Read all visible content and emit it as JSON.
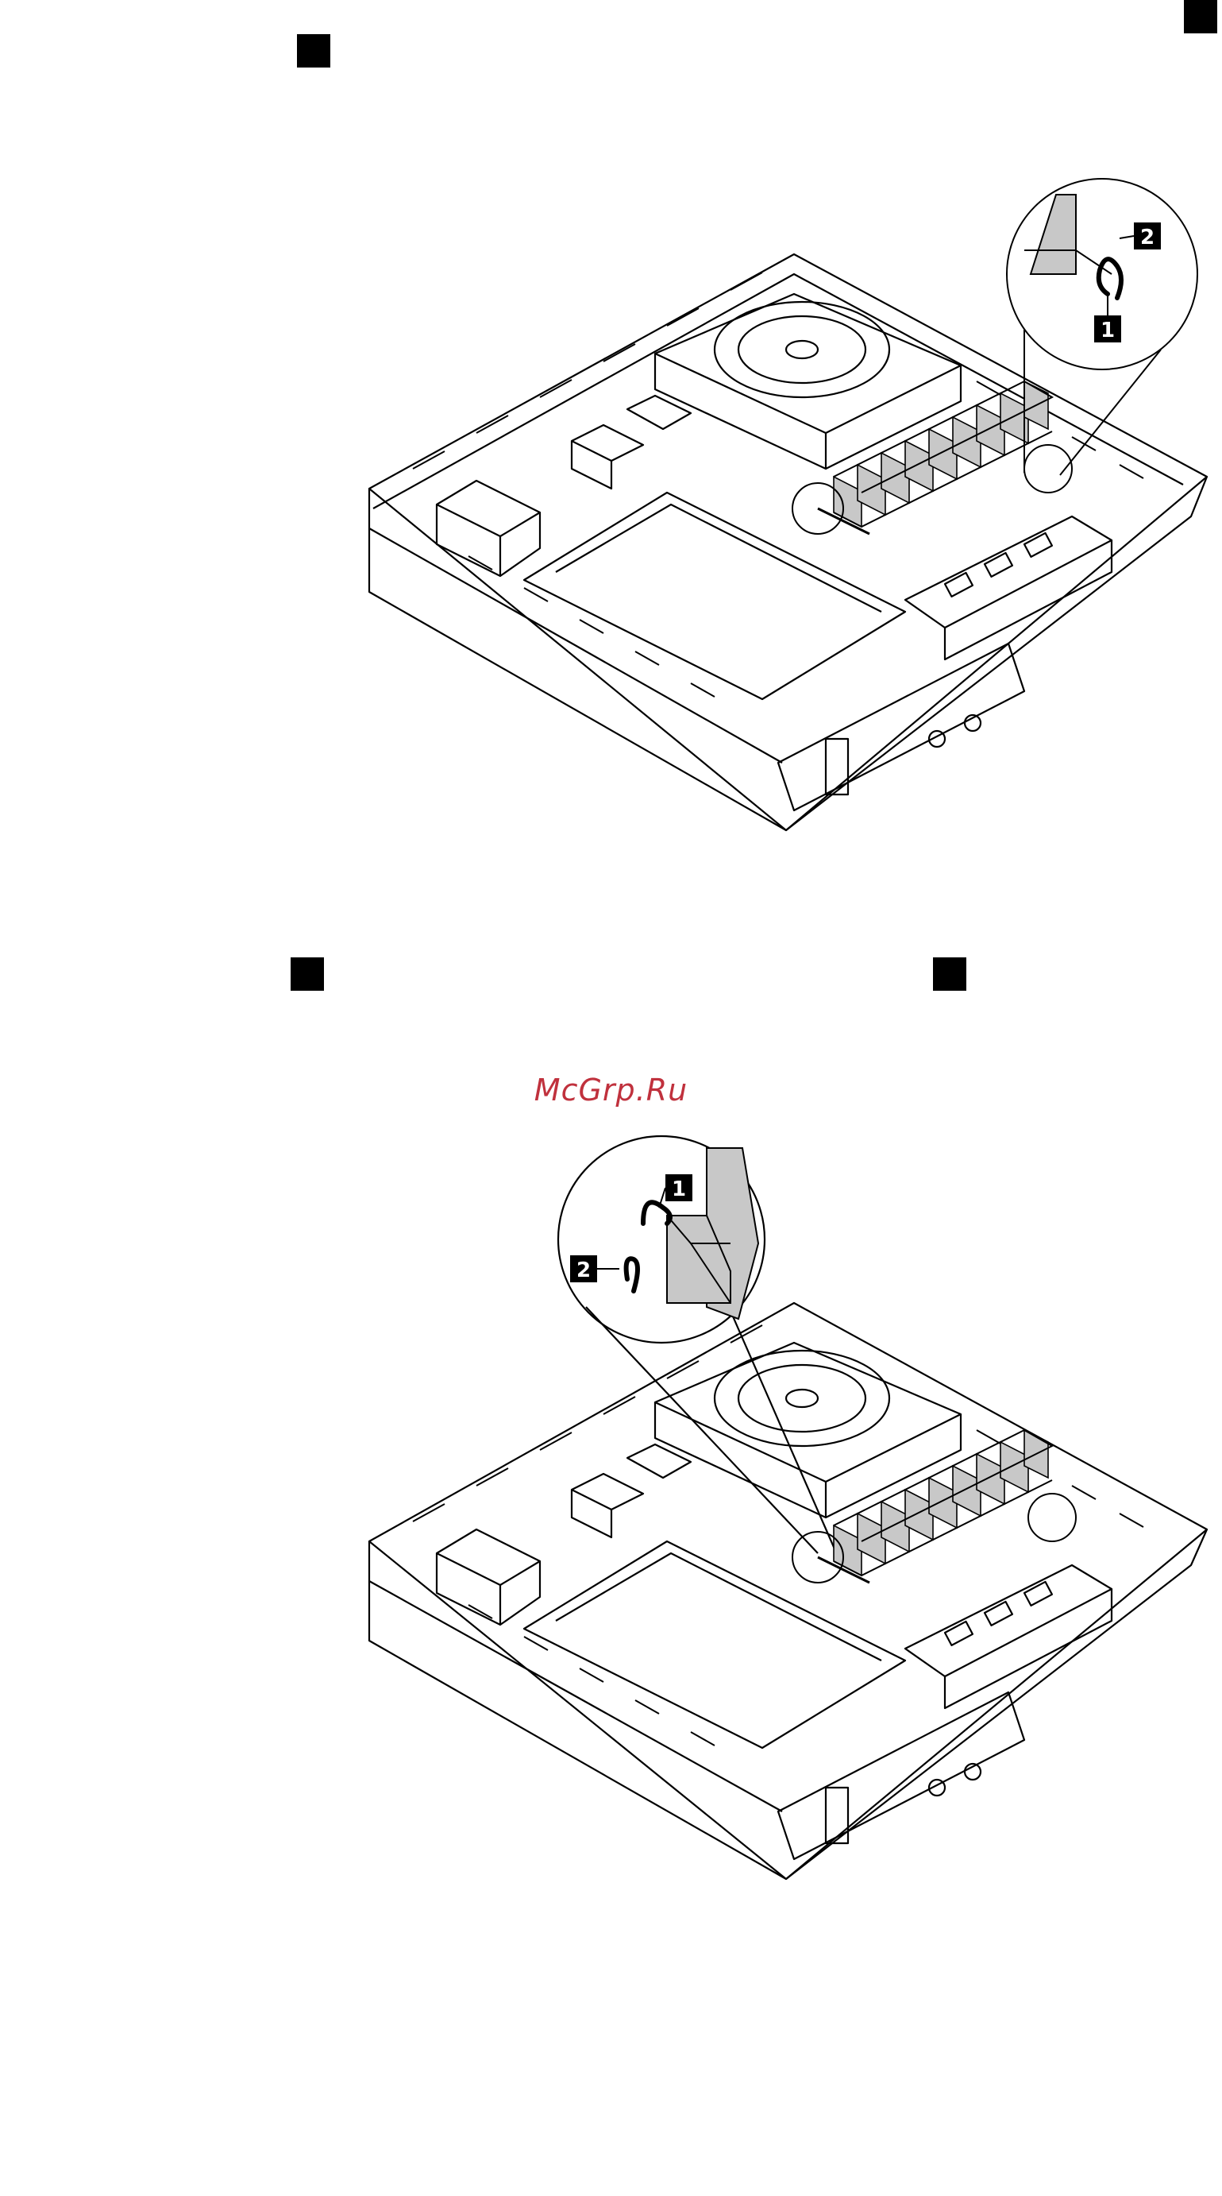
{
  "watermark": {
    "text": "McGrp.Ru",
    "color": "#c0313d"
  },
  "figure_top": {
    "callouts": [
      {
        "label": "1"
      },
      {
        "label": "2"
      }
    ]
  },
  "figure_bottom": {
    "callouts": [
      {
        "label": "1"
      },
      {
        "label": "2"
      }
    ]
  },
  "colors": {
    "ink": "#000000",
    "heatsink_fill": "#c8c8c8",
    "paper": "#ffffff"
  }
}
